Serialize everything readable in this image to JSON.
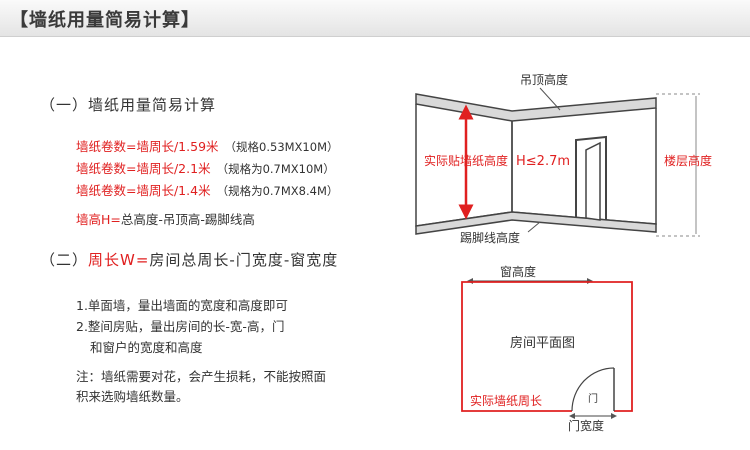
{
  "header": {
    "title": "【墙纸用量简易计算】"
  },
  "section1": {
    "heading": "（一）墙纸用量简易计算",
    "formulas": [
      {
        "text": "墙纸卷数=墙周长/1.59米",
        "spec": "（规格0.53MX10M）"
      },
      {
        "text": "墙纸卷数=墙周长/2.1米",
        "spec": "（规格为0.7MX10M）"
      },
      {
        "text": "墙纸卷数=墙周长/1.4米",
        "spec": "（规格为0.7MX8.4M）"
      }
    ],
    "height_prefix": "墙高H=",
    "height_text": "总高度-吊顶高-踢脚线高"
  },
  "section2": {
    "heading_prefix": "（二）",
    "heading_red": "周长W=",
    "heading_rest": "房间总周长-门宽度-窗宽度",
    "items": [
      "1.单面墙，量出墙面的宽度和高度即可",
      "2.整间房贴，量出房间的长-宽-高，门",
      "和窗户的宽度和高度"
    ],
    "note_line1": "注：墙纸需要对花，会产生损耗，不能按照面",
    "note_line2": "积来选购墙纸数量。"
  },
  "diagram_room": {
    "ceiling_label": "吊顶高度",
    "actual_height_label": "实际贴墙纸高度",
    "h_label": "H≤2.7m",
    "floor_height_label": "楼层高度",
    "baseboard_label": "踢脚线高度"
  },
  "diagram_plan": {
    "window_label": "窗高度",
    "plan_label": "房间平面图",
    "door_label": "门",
    "perimeter_label": "实际墙纸周长",
    "door_width_label": "门宽度"
  },
  "colors": {
    "accent": "#e02020",
    "line": "#555555",
    "wall_fill": "#d9d9d9"
  }
}
